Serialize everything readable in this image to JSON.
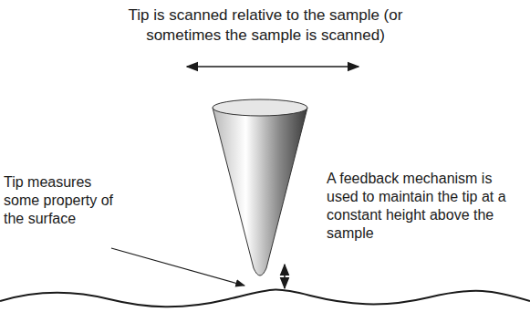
{
  "diagram": {
    "labels": [
      "Tip is scanned relative to the sample (or sometimes the sample is scanned)",
      "Tip measures some property of the surface",
      "A feedback mechanism is used to maintain the tip at a constant height above the sample"
    ]
  }
}
